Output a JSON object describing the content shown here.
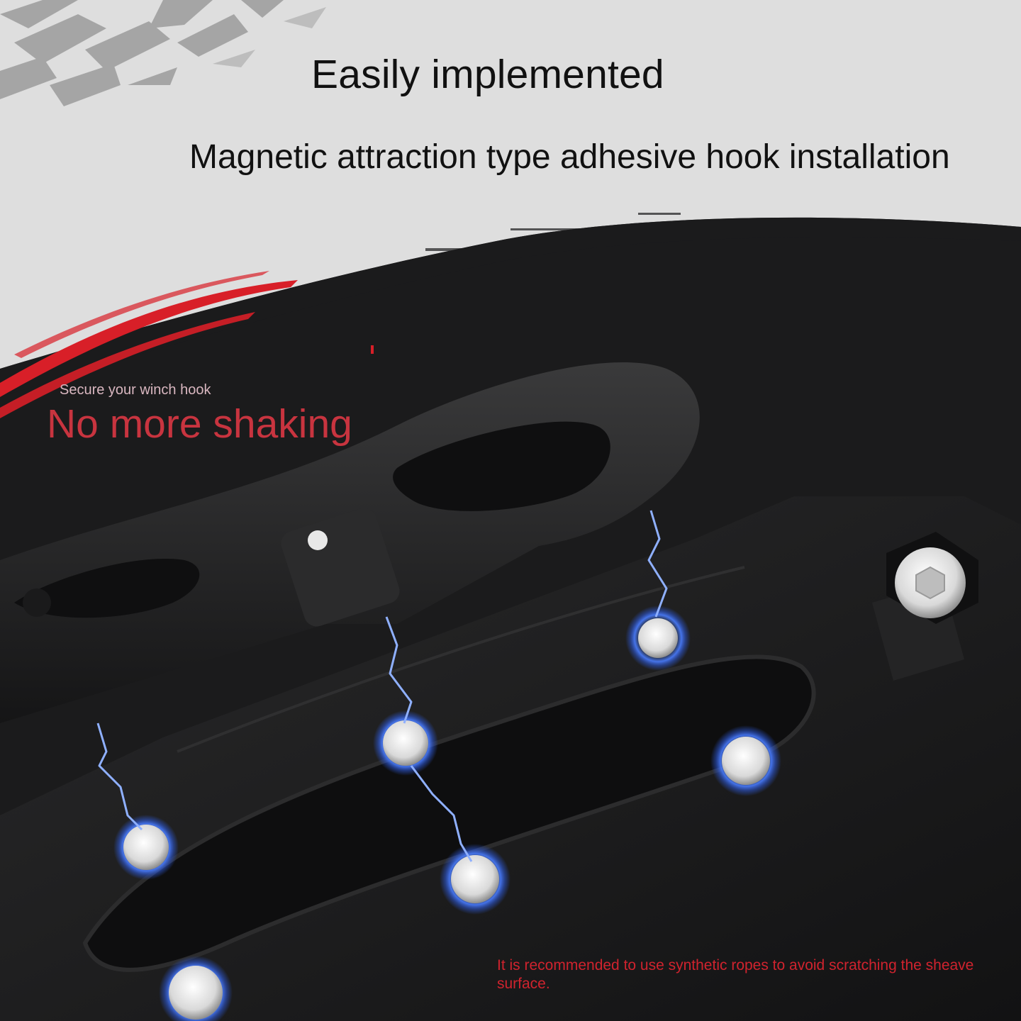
{
  "headline": "Easily implemented",
  "subheadline": "Magnetic attraction type adhesive hook installation",
  "tagline": {
    "small": "Secure your winch hook",
    "large": "No more shaking"
  },
  "footnote": "It is recommended to use synthetic ropes to avoid scratching the sheave surface.",
  "colors": {
    "background_light": "#dedede",
    "background_dark": "#1b1b1c",
    "accent_red": "#d81f28",
    "magnetic_glow": "#4a7dff",
    "text_dark": "#111111"
  },
  "icons": [
    "tire-track-icon",
    "red-brush-stroke-icon",
    "hex-bolt-icon",
    "lightning-icon"
  ]
}
